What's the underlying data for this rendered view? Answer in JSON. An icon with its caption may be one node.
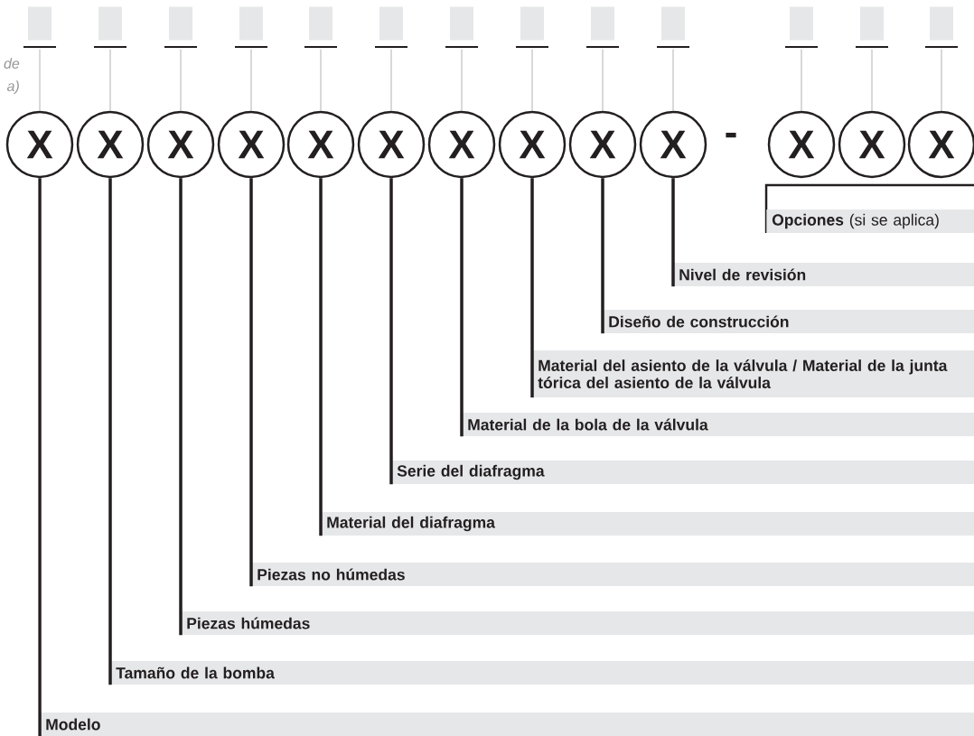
{
  "diagram": {
    "nodes": [
      {
        "text": [],
        "shape": "box"
      },
      {
        "text": [],
        "shape": "box"
      },
      {
        "text": [],
        "shape": "box"
      },
      {
        "text": [],
        "shape": "box"
      },
      {
        "text": [],
        "shape": "box"
      },
      {
        "text": [],
        "shape": "box"
      },
      {
        "text": [],
        "shape": "box"
      },
      {
        "text": [],
        "shape": "box"
      },
      {
        "text": [],
        "shape": "box"
      },
      {
        "text": [],
        "shape": "box"
      },
      {
        "text": [],
        "shape": "box"
      },
      {
        "text": [],
        "shape": "box"
      },
      {
        "text": [],
        "shape": "box"
      },
      {
        "text": [
          "X"
        ]
      },
      {
        "text": [
          "X"
        ]
      },
      {
        "text": [
          "X"
        ]
      },
      {
        "text": [
          "X"
        ]
      },
      {
        "text": [
          "X"
        ]
      },
      {
        "text": [
          "X"
        ]
      },
      {
        "text": [
          "X"
        ]
      },
      {
        "text": [
          "X"
        ]
      },
      {
        "text": [
          "X"
        ]
      },
      {
        "text": [
          "X"
        ]
      },
      {
        "text": [
          "X"
        ]
      },
      {
        "text": [
          "X"
        ]
      },
      {
        "text": [
          "X"
        ]
      },
      {
        "text": [
          "**Opciones** (si se aplica)"
        ]
      },
      {
        "text": [
          "Nivel de revisión"
        ]
      },
      {
        "text": [
          "Diseño de construcción"
        ]
      },
      {
        "text": [
          "Material del asiento de la válvula / Material de la junta tórica del asiento de la válvula"
        ]
      },
      {
        "text": [
          "Material de la bola de la válvula"
        ]
      },
      {
        "text": [
          "Serie del diafragma"
        ]
      },
      {
        "text": [
          "Material del diafragma"
        ]
      },
      {
        "text": [
          "Piezas no húmedas"
        ]
      },
      {
        "text": [
          "Piezas húmedas"
        ]
      },
      {
        "text": [
          "Tamaño de la bomba"
        ]
      },
      {
        "text": [
          "Modelo"
        ]
      }
    ],
    "edges": [
      {
        "from": 0,
        "to": 13,
        "arrow": "none"
      },
      {
        "from": 1,
        "to": 14,
        "arrow": "none"
      },
      {
        "from": 2,
        "to": 15,
        "arrow": "none"
      },
      {
        "from": 3,
        "to": 16,
        "arrow": "none"
      },
      {
        "from": 4,
        "to": 17,
        "arrow": "none"
      },
      {
        "from": 5,
        "to": 18,
        "arrow": "none"
      },
      {
        "from": 6,
        "to": 19,
        "arrow": "none"
      },
      {
        "from": 7,
        "to": 20,
        "arrow": "none"
      },
      {
        "from": 8,
        "to": 21,
        "arrow": "none"
      },
      {
        "from": 9,
        "to": 22,
        "arrow": "none"
      },
      {
        "from": 10,
        "to": 23,
        "arrow": "none"
      },
      {
        "from": 11,
        "to": 24,
        "arrow": "none"
      },
      {
        "from": 12,
        "to": 25,
        "arrow": "none"
      },
      {
        "from": 13,
        "to": 36,
        "arrow": "none",
        "style": "thick",
        "color": "#231f20"
      },
      {
        "from": 14,
        "to": 35,
        "arrow": "none",
        "style": "thick",
        "color": "#231f20"
      },
      {
        "from": 15,
        "to": 34,
        "arrow": "none",
        "style": "thick",
        "color": "#231f20"
      },
      {
        "from": 16,
        "to": 33,
        "arrow": "none",
        "style": "thick",
        "color": "#231f20"
      },
      {
        "from": 17,
        "to": 32,
        "arrow": "none",
        "style": "thick",
        "color": "#231f20"
      },
      {
        "from": 18,
        "to": 31,
        "arrow": "none",
        "style": "thick",
        "color": "#231f20"
      },
      {
        "from": 19,
        "to": 30,
        "arrow": "none",
        "style": "thick",
        "color": "#231f20"
      },
      {
        "from": 20,
        "to": 29,
        "arrow": "none",
        "style": "thick",
        "color": "#231f20"
      },
      {
        "from": 21,
        "to": 28,
        "arrow": "none",
        "style": "thick",
        "color": "#231f20"
      },
      {
        "from": 22,
        "to": 27,
        "arrow": "none",
        "style": "thick",
        "color": "#231f20"
      }
    ],
    "labels": [
      "de a)",
      "-"
    ]
  }
}
